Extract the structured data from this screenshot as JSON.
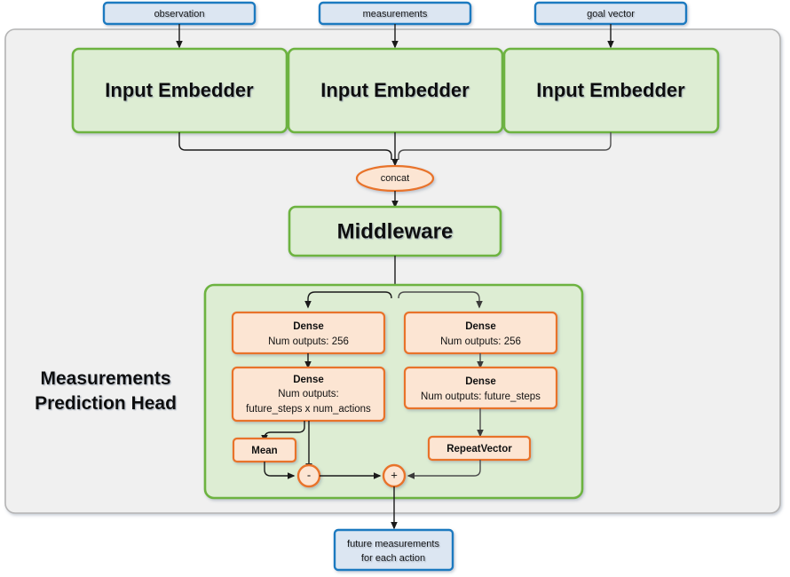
{
  "diagram": {
    "title": "Measurements Prediction Head network architecture",
    "colors": {
      "outer_container_fill": "#f0f0f0",
      "outer_container_stroke": "#b4b4b4",
      "io_fill": "#dce6f2",
      "io_stroke": "#1f7ac0",
      "green_fill": "#ddedd3",
      "green_stroke": "#6db33f",
      "orange_fill": "#fce5d3",
      "orange_stroke": "#e8732a",
      "edge": "#1a1a1a",
      "text": "#111111"
    },
    "inputs": [
      {
        "label": "observation"
      },
      {
        "label": "measurements"
      },
      {
        "label": "goal vector"
      }
    ],
    "embedders": [
      {
        "label": "Input Embedder"
      },
      {
        "label": "Input Embedder"
      },
      {
        "label": "Input Embedder"
      }
    ],
    "concat": {
      "label": "concat"
    },
    "middleware": {
      "label": "Middleware"
    },
    "head": {
      "label_line1": "Measurements",
      "label_line2": "Prediction Head",
      "left_branch": {
        "dense1": {
          "title": "Dense",
          "sub1": "Num outputs: 256"
        },
        "dense2": {
          "title": "Dense",
          "sub1": "Num outputs:",
          "sub2": "future_steps x num_actions"
        },
        "mean": {
          "label": "Mean"
        },
        "op": {
          "label": "-"
        }
      },
      "right_branch": {
        "dense1": {
          "title": "Dense",
          "sub1": "Num outputs: 256"
        },
        "dense2": {
          "title": "Dense",
          "sub1": "Num outputs: future_steps"
        },
        "repeat_vector": {
          "label": "RepeatVector"
        }
      },
      "merge_op": {
        "label": "+"
      }
    },
    "output": {
      "line1": "future measurements",
      "line2": "for each action"
    }
  }
}
